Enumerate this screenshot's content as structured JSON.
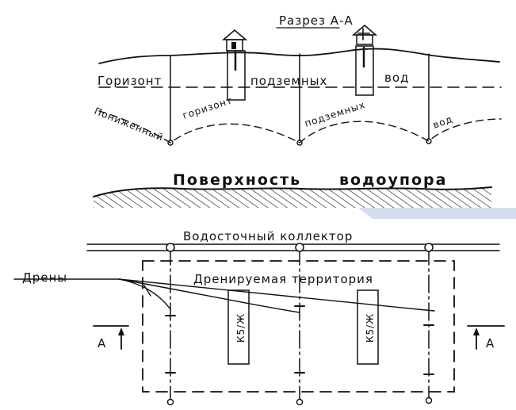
{
  "section": {
    "title": "Разрез А-А",
    "horizon_word": "Горизонт",
    "underground_word": "подземных",
    "water_word": "вод",
    "lowered_word": "Пониженный",
    "horizon_lower_word": "горизонт",
    "underground_lower_word": "подземных",
    "water_lower_word": "вод"
  },
  "aquiclude": {
    "label_surface": "Поверхность",
    "label_aquiclude": "водоупора"
  },
  "plan": {
    "collector_label": "Водосточный коллектор",
    "drains_label": "Дрены",
    "area_label": "Дренируемая территория",
    "building_label_left": "К5/Ж",
    "building_label_right": "К5/Ж",
    "section_mark_left": "А",
    "section_mark_right": "А"
  },
  "colors": {
    "ink": "#111111",
    "watermark": "#c9d6ea"
  }
}
